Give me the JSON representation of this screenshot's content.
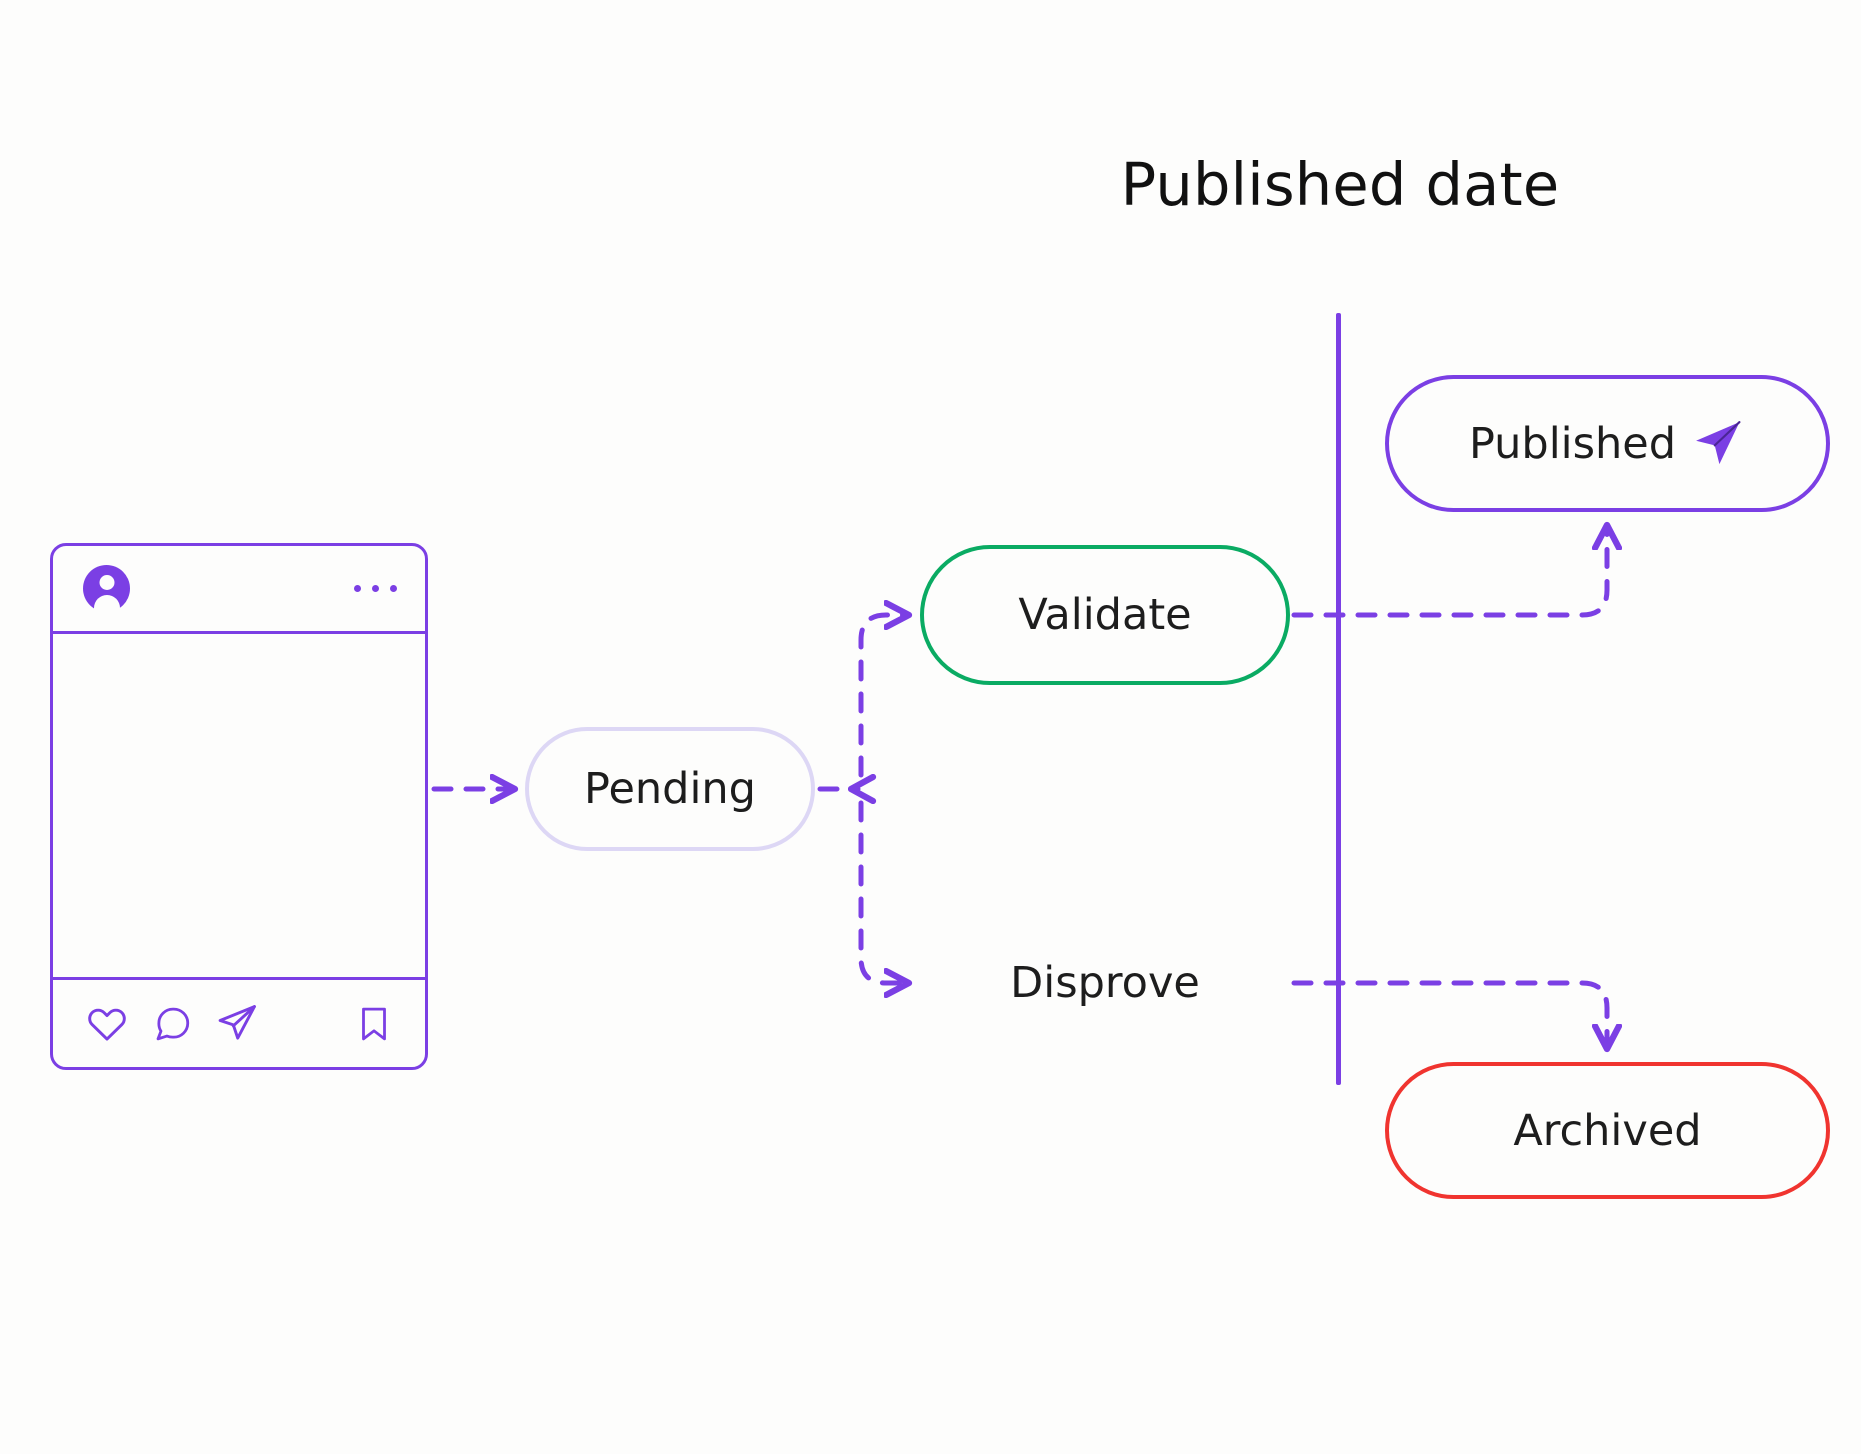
{
  "diagram": {
    "title": "Published date",
    "type": "flowchart",
    "background_color": "#fdfdfc"
  },
  "post_card": {
    "name": "social-post-card",
    "border_color": "#7b3fe4",
    "avatar": {
      "icon": "user-avatar-icon",
      "color": "#7b3fe4"
    },
    "menu": {
      "icon": "more-options-dots-icon",
      "dots": 3,
      "color": "#7b3fe4"
    },
    "actions": [
      {
        "icon": "heart-icon",
        "label": "Like",
        "color": "#7b3fe4"
      },
      {
        "icon": "comment-bubble-icon",
        "label": "Comment",
        "color": "#7b3fe4"
      },
      {
        "icon": "send-paper-plane-icon",
        "label": "Share",
        "color": "#7b3fe4"
      },
      {
        "icon": "bookmark-icon",
        "label": "Save",
        "color": "#7b3fe4"
      }
    ]
  },
  "timeline": {
    "name": "published-date-axis",
    "label": "Published date",
    "color": "#7b3fe4",
    "orientation": "vertical"
  },
  "nodes": [
    {
      "id": "pending",
      "label": "Pending",
      "border_color": "#ddd7f5",
      "text_color": "#1d1d1d"
    },
    {
      "id": "validate",
      "label": "Validate",
      "border_color": "#0aab63",
      "text_color": "#1d1d1d"
    },
    {
      "id": "disprove",
      "label": "Disprove",
      "border_color": "#f59b4c",
      "text_color": "#1d1d1d"
    },
    {
      "id": "published",
      "label": "Published",
      "border_color": "#7b3fe4",
      "text_color": "#1d1d1d",
      "icon": "send-paper-plane-icon"
    },
    {
      "id": "archived",
      "label": "Archived",
      "border_color": "#f0342f",
      "text_color": "#1d1d1d"
    }
  ],
  "edges": [
    {
      "from": "post-card",
      "to": "pending",
      "style": "dashed",
      "color": "#7b3fe4",
      "arrow": "end"
    },
    {
      "from": "pending",
      "to": "validate",
      "style": "dashed",
      "color": "#7b3fe4",
      "arrow": "end"
    },
    {
      "from": "pending",
      "to": "disprove",
      "style": "dashed",
      "color": "#7b3fe4",
      "arrow": "end"
    },
    {
      "from": "validate",
      "to": "published",
      "style": "dashed",
      "color": "#7b3fe4",
      "arrow": "end"
    },
    {
      "from": "disprove",
      "to": "archived",
      "style": "dashed",
      "color": "#7b3fe4",
      "arrow": "end"
    }
  ]
}
